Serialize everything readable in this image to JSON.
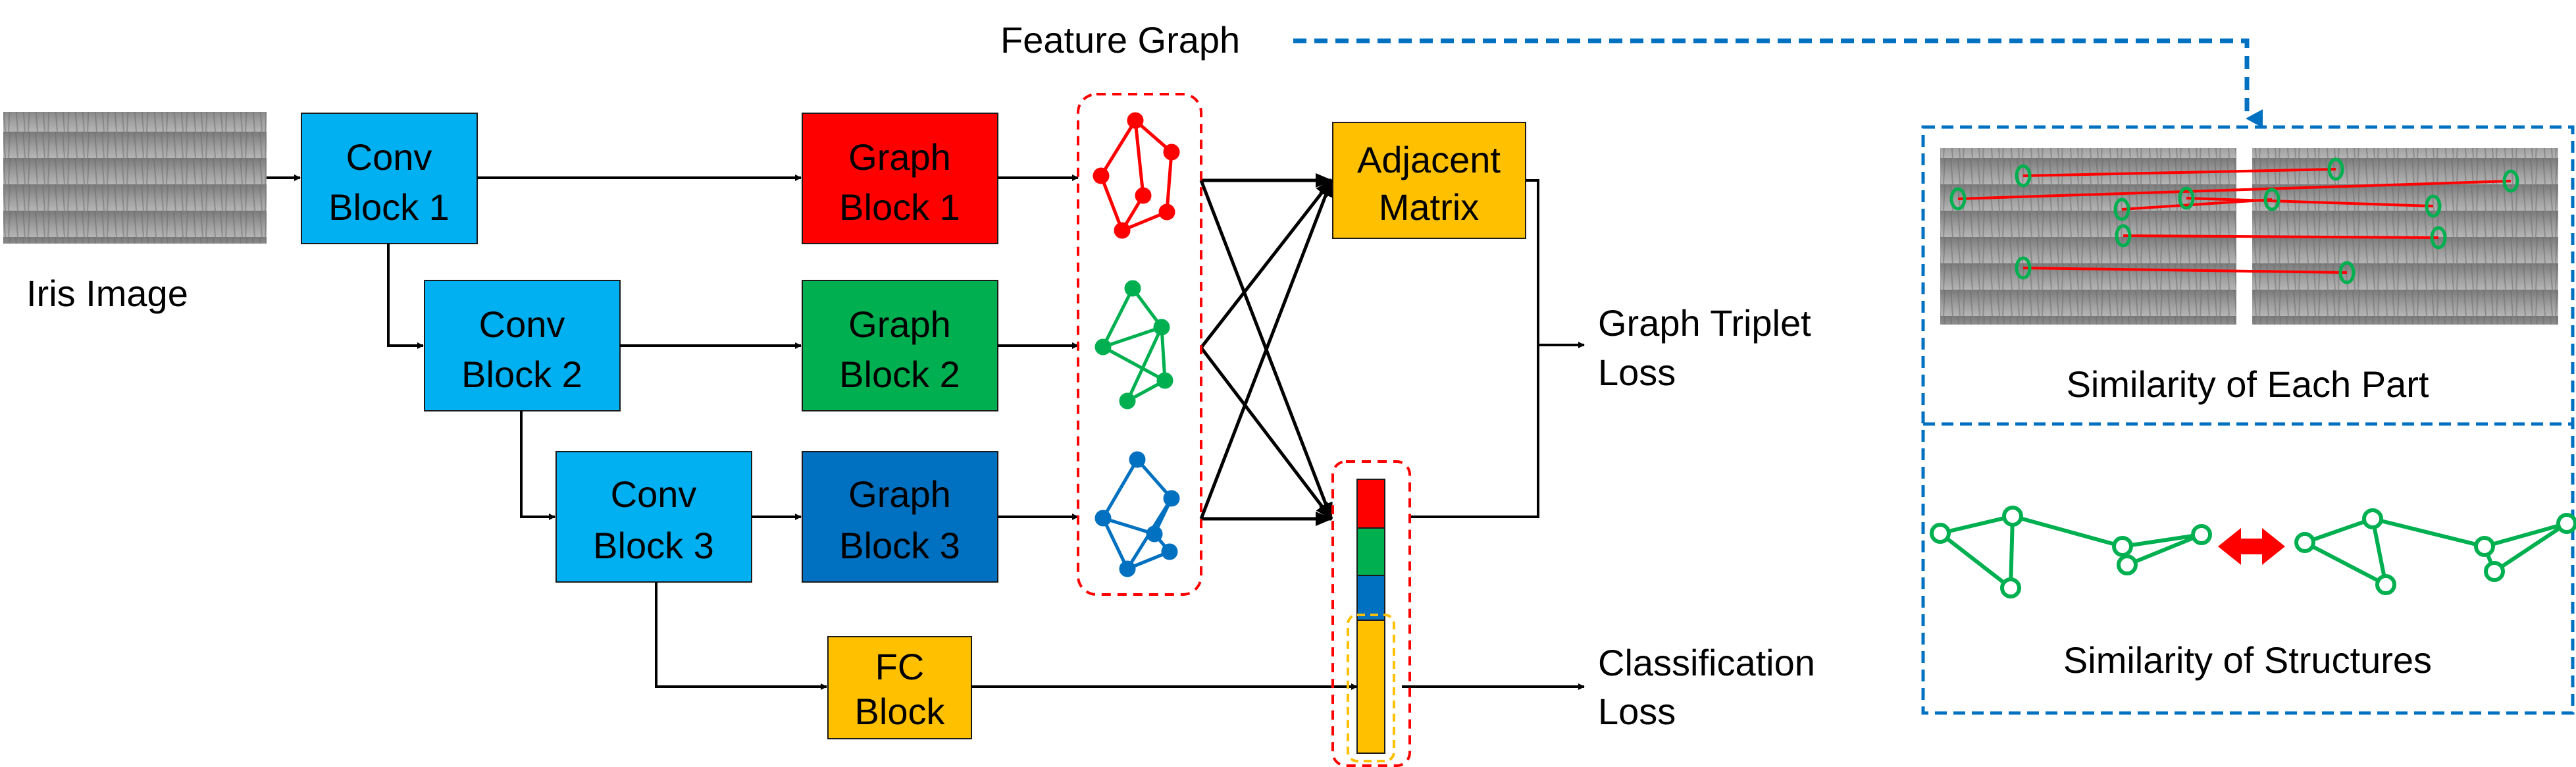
{
  "labels": {
    "iris_image": "Iris Image",
    "feature_graph": "Feature Graph",
    "graph_triplet_loss_1": "Graph Triplet",
    "graph_triplet_loss_2": "Loss",
    "classification_loss_1": "Classification",
    "classification_loss_2": "Loss",
    "similarity_each_part": "Similarity of Each Part",
    "similarity_structures": "Similarity of Structures"
  },
  "blocks": {
    "conv1": [
      "Conv",
      "Block 1"
    ],
    "conv2": [
      "Conv",
      "Block 2"
    ],
    "conv3": [
      "Conv",
      "Block 3"
    ],
    "graph1": [
      "Graph",
      "Block 1"
    ],
    "graph2": [
      "Graph",
      "Block 2"
    ],
    "graph3": [
      "Graph",
      "Block 3"
    ],
    "fc": [
      "FC",
      "Block"
    ],
    "adjacent": [
      "Adjacent",
      "Matrix"
    ]
  },
  "colors": {
    "conv": "#00b0f0",
    "graph1": "#ff0000",
    "graph2": "#00b050",
    "graph3": "#0070c0",
    "fc": "#ffc000",
    "adjacent": "#ffc000",
    "dashed_red": "#ff0000",
    "dashed_blue": "#0070c0",
    "dashed_yellow": "#ffc000",
    "match_line": "#ff0000",
    "node_green": "#00b050",
    "double_arrow": "#ff0000"
  }
}
